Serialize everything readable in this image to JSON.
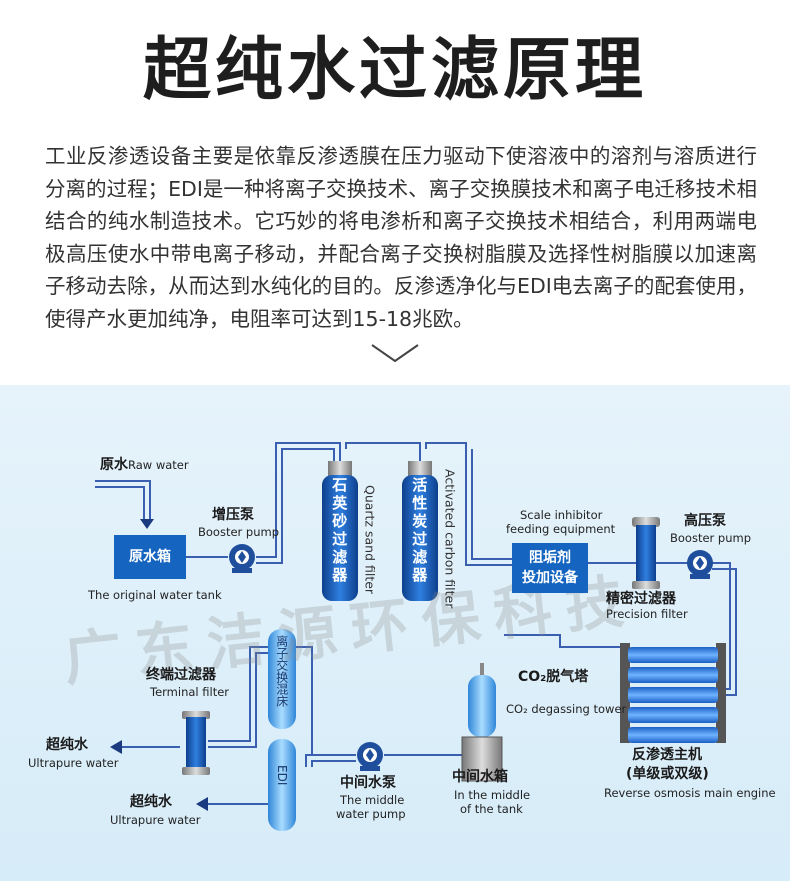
{
  "title": "超纯水过滤原理",
  "intro": "工业反渗透设备主要是依靠反渗透膜在压力驱动下使溶液中的溶剂与溶质进行分离的过程；EDI是一种将离子交换技术、离子交换膜技术和离子电迁移技术相结合的纯水制造技术。它巧妙的将电渗析和离子交换技术相结合，利用两端电极高压使水中带电离子移动，并配合离子交换树脂膜及选择性树脂膜以加速离子移动去除，从而达到水纯化的目的。反渗透净化与EDI电去离子的配套使用，使得产水更加纯净，电阻率可达到15-18兆欧。",
  "colors": {
    "pipe": "#3a5fb0",
    "equipment": "#1565c0",
    "background": "#e2f1fa"
  },
  "labels": {
    "raw_water_cn": "原水",
    "raw_water_en": "Raw water",
    "raw_tank_cn": "原水箱",
    "raw_tank_en": "The original water tank",
    "booster_pump_cn": "增压泵",
    "booster_pump_en": "Booster pump",
    "quartz_cn": "石英砂过滤器",
    "quartz_en": "Quartz sand filter",
    "carbon_cn": "活性炭过滤器",
    "carbon_en": "Activated carbon filter",
    "scale_en_1": "Scale inhibitor",
    "scale_en_2": "feeding equipment",
    "scale_cn_1": "阻垢剂",
    "scale_cn_2": "投加设备",
    "hp_pump_cn": "高压泵",
    "hp_pump_en": "Booster pump",
    "precision_cn": "精密过滤器",
    "precision_en": "Precision filter",
    "terminal_cn": "终端过滤器",
    "terminal_en": "Terminal filter",
    "mixed_bed_cn": "离子交换混床",
    "co2_tower_cn": "CO₂脱气塔",
    "co2_en": "CO₂ degassing tower",
    "ro_cn_1": "反渗透主机",
    "ro_cn_2": "(单级或双级)",
    "ro_en": "Reverse osmosis main engine",
    "ultra_cn_1": "超纯水",
    "ultra_en_1": "Ultrapure water",
    "ultra_cn_2": "超纯水",
    "ultra_en_2": "Ultrapure water",
    "edi": "EDI",
    "mid_pump_cn": "中间水泵",
    "mid_pump_en_1": "The middle",
    "mid_pump_en_2": "water pump",
    "mid_tank_cn": "中间水箱",
    "mid_tank_en_1": "In the middle",
    "mid_tank_en_2": "of the tank"
  },
  "watermark": "广东洁源环保科技",
  "icons": [
    "chevron-down-icon",
    "pump-icon",
    "arrow-left-icon",
    "arrow-down-icon"
  ]
}
